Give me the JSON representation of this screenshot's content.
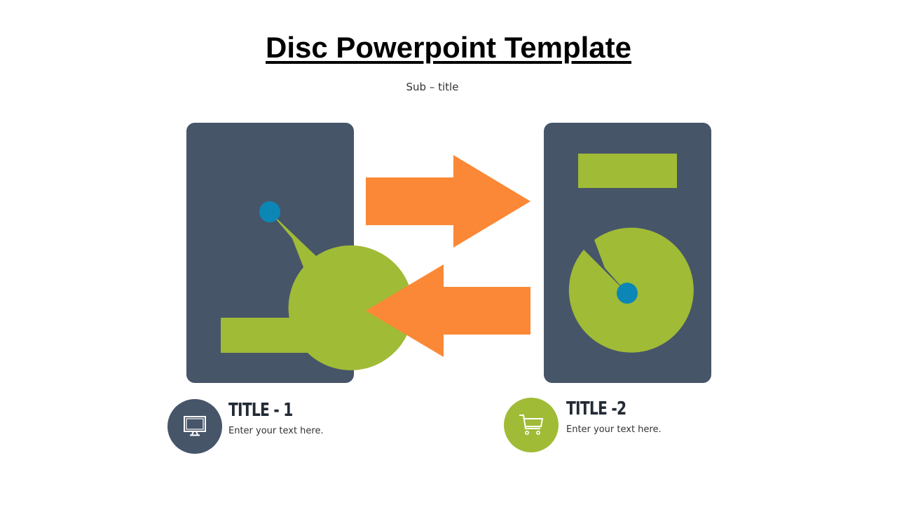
{
  "slide": {
    "title": "Disc Powerpoint Template",
    "subtitle": "Sub – title"
  },
  "colors": {
    "panel": "#475569",
    "disc": "#a0bb36",
    "hub": "#0c87b5",
    "arrow": "#fb8836",
    "title_text": "#222a35"
  },
  "items": [
    {
      "title": "TITLE - 1",
      "text": "Enter your text here.",
      "icon": "monitor-icon",
      "icon_bg": "#475569"
    },
    {
      "title": "TITLE -2",
      "text": "Enter your text here.",
      "icon": "shopping-cart-icon",
      "icon_bg": "#a0bb36"
    }
  ]
}
